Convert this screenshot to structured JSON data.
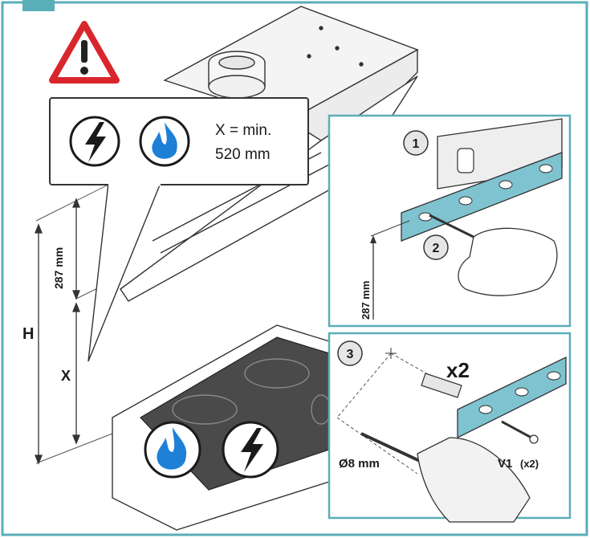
{
  "callout": {
    "requirement_line1": "X = min.",
    "requirement_line2": "520 mm",
    "icons": [
      "electricity-icon",
      "gas-flame-icon"
    ]
  },
  "dimensions": {
    "hood_height_label": "287 mm",
    "distance_label": "X",
    "total_label": "H"
  },
  "inset_marking": {
    "step1": "1",
    "step2": "2",
    "height_label": "287 mm"
  },
  "inset_drilling": {
    "step3": "3",
    "plug_count": "x2",
    "drill_label": "Ø8 mm",
    "screw_label": "V1",
    "screw_count": "(x2)"
  },
  "colors": {
    "frame": "#5aaeb8",
    "bracket": "#7fc3d0",
    "warning_red": "#d9262c",
    "flame_blue": "#1e7fd6",
    "hob_dark": "#4a4a4a"
  }
}
